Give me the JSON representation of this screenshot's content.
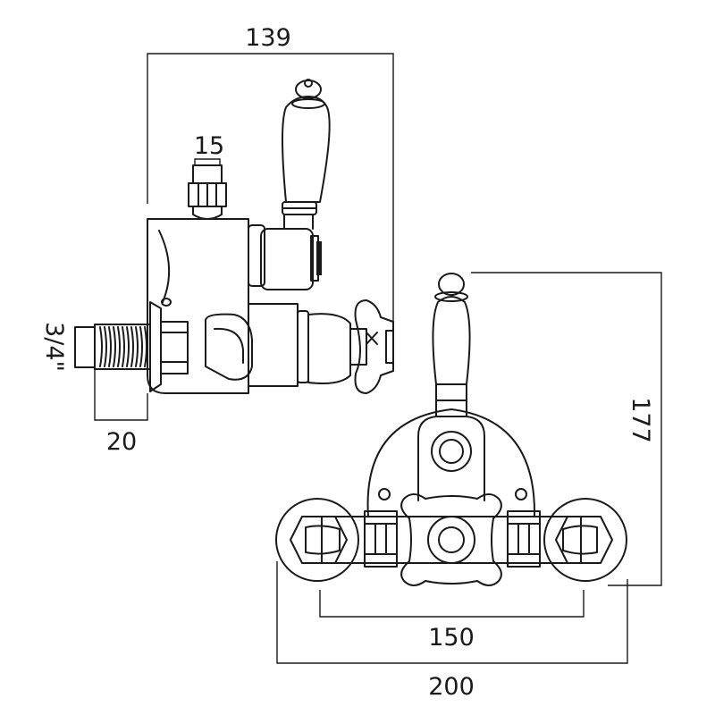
{
  "dimensions": {
    "side_width": "139",
    "outlet_size": "15",
    "inlet_size": "3/4\"",
    "inlet_length": "20",
    "front_height": "177",
    "centres": "150",
    "overall_width": "200"
  },
  "colors": {
    "line": "#1a1a1a",
    "background": "#ffffff"
  }
}
